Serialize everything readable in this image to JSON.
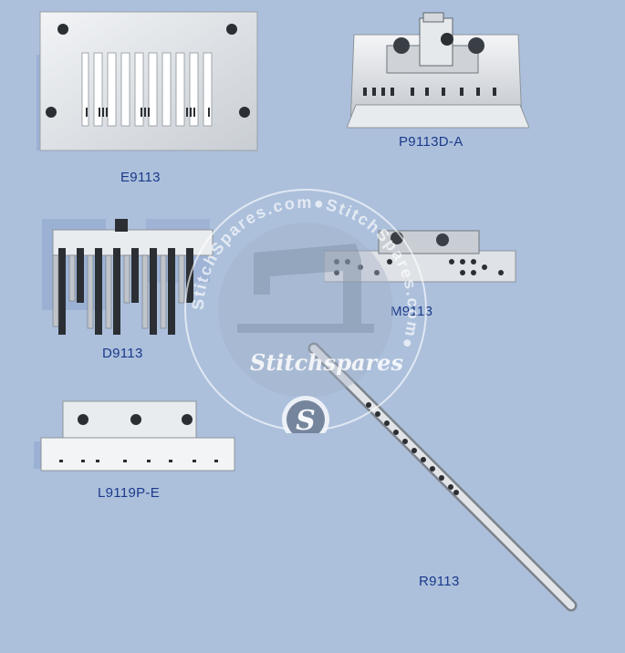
{
  "parts": [
    {
      "id": "e",
      "label": "E9113"
    },
    {
      "id": "p",
      "label": "P9113D-A"
    },
    {
      "id": "d",
      "label": "D9113"
    },
    {
      "id": "m",
      "label": "M9113"
    },
    {
      "id": "l",
      "label": "L9119P-E"
    },
    {
      "id": "r",
      "label": "R9113"
    }
  ],
  "watermark": {
    "ring_text": "StitchSpares.com●StitchSpares.com●",
    "brand": "Stitchspares",
    "monogram": "S"
  },
  "colors": {
    "background": "#acc0dc",
    "label": "#1b3a8a",
    "metal": "#d9dde2"
  }
}
